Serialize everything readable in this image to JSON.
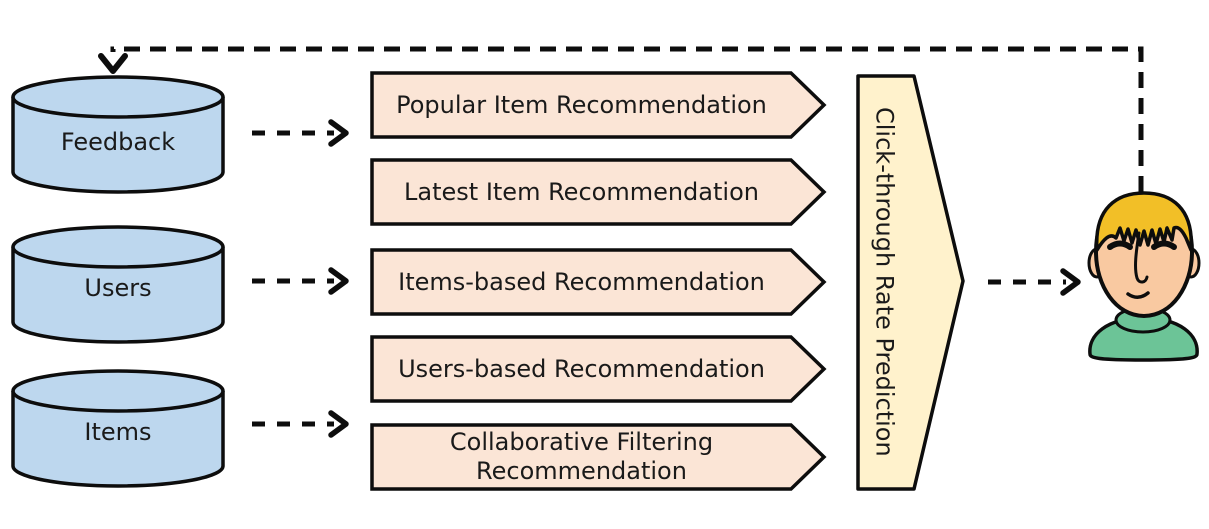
{
  "diagram": {
    "databases": [
      {
        "label": "Feedback"
      },
      {
        "label": "Users"
      },
      {
        "label": "Items"
      }
    ],
    "processes": [
      {
        "label": "Popular Item Recommendation"
      },
      {
        "label": "Latest Item Recommendation"
      },
      {
        "label": "Items-based Recommendation"
      },
      {
        "label": "Users-based Recommendation"
      },
      {
        "label": "Collaborative Filtering Recommendation"
      }
    ],
    "aggregator": {
      "label": "Click-through Rate Prediction"
    },
    "icons": {
      "user": "user-face-icon"
    },
    "colors": {
      "database_fill": "#BDD7EE",
      "process_fill": "#FBE5D6",
      "aggregator_fill": "#FFF2CC",
      "outline": "#0d0d0d",
      "hair": "#F2BF27",
      "skin": "#F9C9A1",
      "shirt": "#6CC497"
    }
  }
}
